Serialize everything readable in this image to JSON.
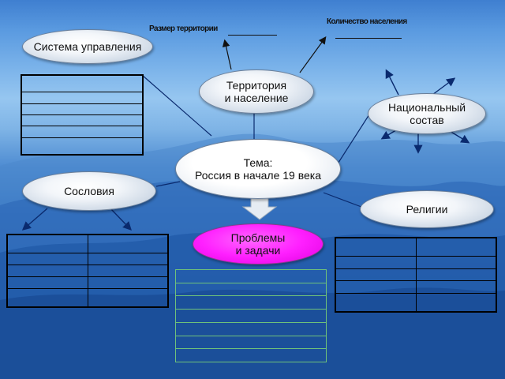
{
  "colors": {
    "oval_fill": "#f3f6fa",
    "center_oval": "#ffffff",
    "problems_oval": "#ff20ff",
    "arrow": "#0a2a6e",
    "connector": "#0a2a6e"
  },
  "labels": {
    "area": "Размер территории",
    "population": "Количество населения"
  },
  "nodes": {
    "governance": "Система управления",
    "territory": "Территория\nи население",
    "nationality": "Национальный\nсостав",
    "topic": "Тема:\nРоссия в начале 19 века",
    "estates": "Сословия",
    "religions": "Религии",
    "problems": "Проблемы\nи задачи"
  },
  "tables": {
    "governance_rows": 6,
    "estates_rows": 5,
    "estates_cols": 2,
    "problems_rows": 7,
    "religions_rows": 5,
    "religions_cols": 2
  }
}
